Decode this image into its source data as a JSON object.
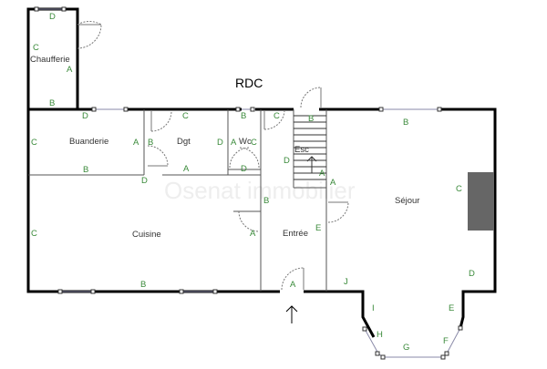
{
  "plan": {
    "title": "RDC",
    "watermark": "Osenat immobilier",
    "rooms": [
      {
        "id": "chaufferie",
        "name": "Chaufferie"
      },
      {
        "id": "buanderie",
        "name": "Buanderie"
      },
      {
        "id": "dgt",
        "name": "Dgt"
      },
      {
        "id": "wc",
        "name": "Wc"
      },
      {
        "id": "esc",
        "name": "Esc"
      },
      {
        "id": "cuisine",
        "name": "Cuisine"
      },
      {
        "id": "entree",
        "name": "Entrée"
      },
      {
        "id": "sejour",
        "name": "Séjour"
      }
    ],
    "wall_labels": {
      "chaufferie": {
        "top": "D",
        "left": "C",
        "right": "A",
        "bottom": "B"
      },
      "buanderie": {
        "top": "D",
        "left": "C",
        "right": "A",
        "bottom": "B"
      },
      "dgt": {
        "top": "C",
        "left": "B",
        "right": "D",
        "bottom": "A"
      },
      "wc": {
        "top": "B",
        "left": "A",
        "right": "C",
        "bottom": "D"
      },
      "esc": {
        "top": "B",
        "left": "D",
        "right": "A"
      },
      "cuisine": {
        "top": "D",
        "left": "C",
        "right": "A",
        "bottom": "B"
      },
      "entree": {
        "top": "C",
        "left": "B",
        "right": "E",
        "bottom": "A",
        "stair": "A"
      },
      "sejour": {
        "top": "B",
        "right_upper": "C",
        "right_lower": "D",
        "bay_e": "E",
        "bay_f": "F",
        "bay_g": "G",
        "bay_h": "H",
        "bay_i": "I",
        "bottom_left": "J",
        "left": "A"
      }
    },
    "entrance_arrow": "↑",
    "stair_arrow": "↑"
  },
  "colors": {
    "wall": "#000000",
    "label": "#3a8a3a",
    "room_text": "#333333",
    "fireplace": "#666666",
    "window": "#8a8aa8"
  }
}
